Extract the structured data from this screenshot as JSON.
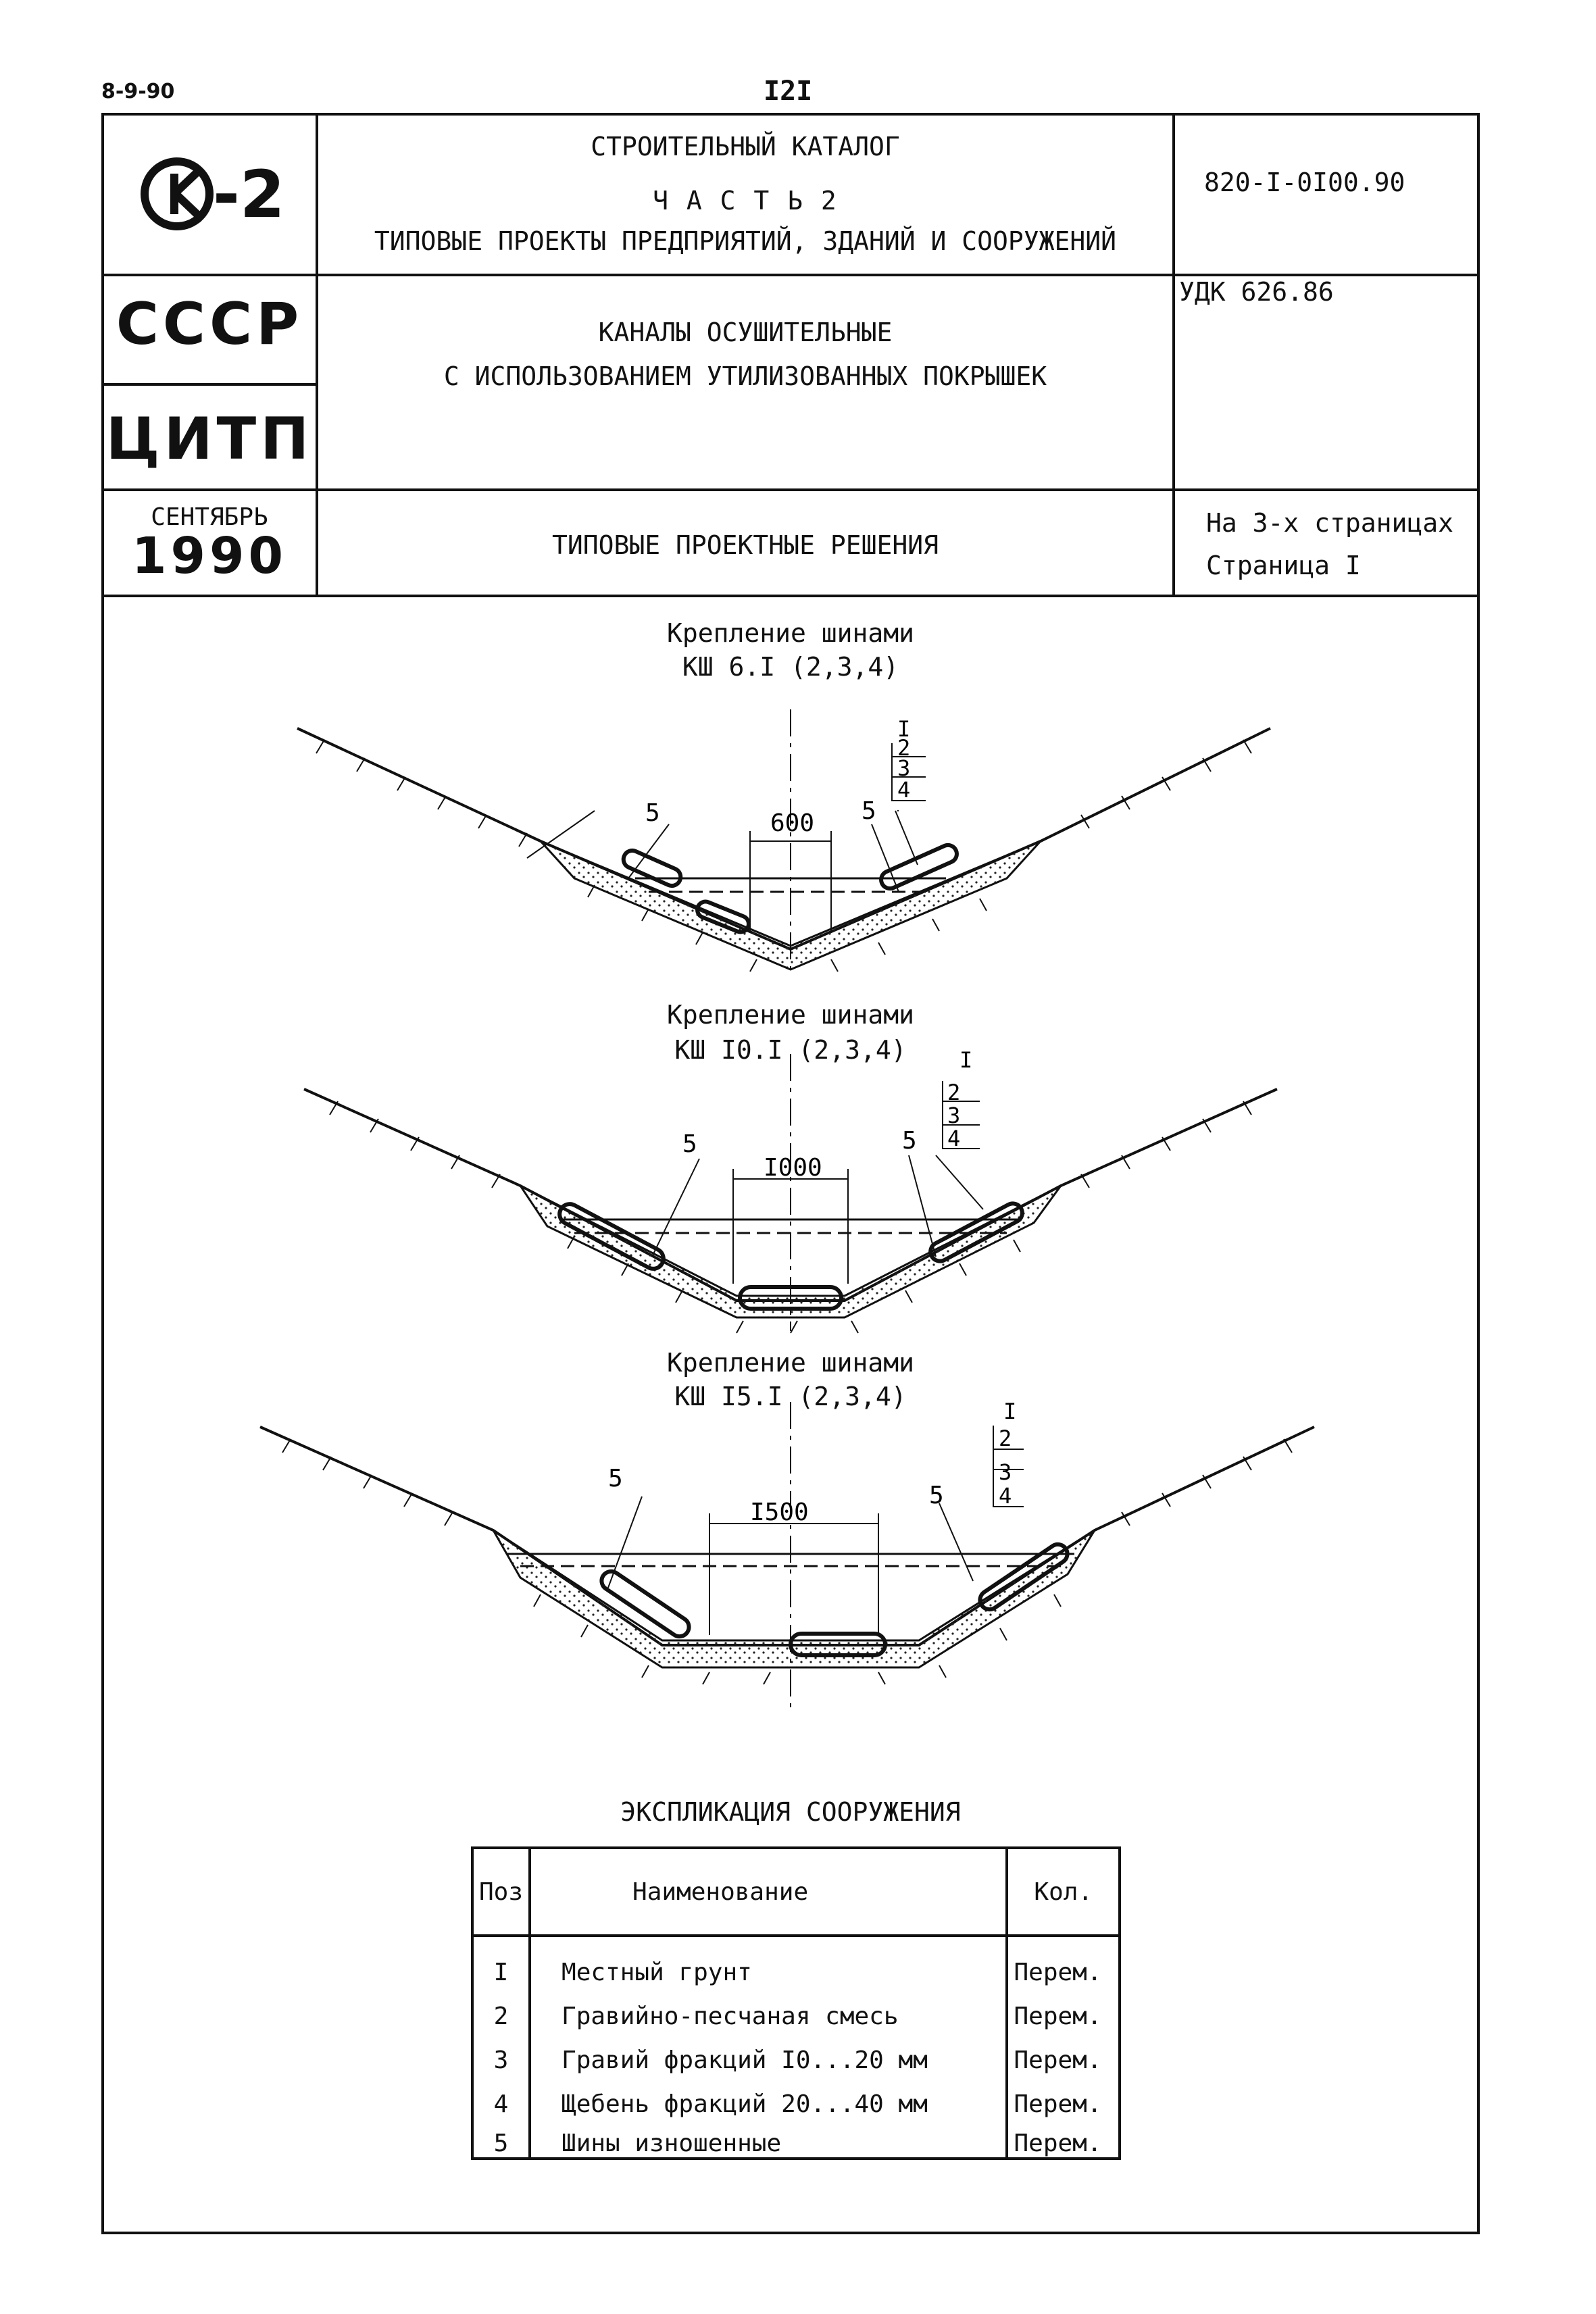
{
  "top": {
    "code": "8-9-90",
    "page_number": "I2I"
  },
  "header": {
    "logo_text": "-2",
    "catalog_line1": "СТРОИТЕЛЬНЫЙ КАТАЛОГ",
    "catalog_line2": "Ч А С Т Ь  2",
    "catalog_line3": "ТИПОВЫЕ ПРОЕКТЫ ПРЕДПРИЯТИЙ, ЗДАНИЙ И СООРУЖЕНИЙ",
    "doc_number": "820-I-0I00.90",
    "country": "СССР",
    "org": "ЦИТП",
    "title_line1": "КАНАЛЫ ОСУШИТЕЛЬНЫЕ",
    "title_line2": "С ИСПОЛЬЗОВАНИЕМ УТИЛИЗОВАННЫХ ПОКРЫШЕК",
    "udk": "УДК 626.86",
    "month": "СЕНТЯБРЬ",
    "year": "1990",
    "subtitle": "ТИПОВЫЕ ПРОЕКТНЫЕ РЕШЕНИЯ",
    "pages_total": "На 3-х страницах",
    "page_label": "Страница I"
  },
  "drawings": [
    {
      "caption1": "Крепление шинами",
      "caption2": "КШ 6.I (2,3,4)",
      "width_label": "600",
      "layer_labels": [
        "I",
        "2",
        "3",
        "4"
      ],
      "tire_label_left": "5",
      "tire_label_right": "5"
    },
    {
      "caption1": "Крепление шинами",
      "caption2": "КШ I0.I (2,3,4)",
      "width_label": "I000",
      "layer_labels": [
        "I",
        "2",
        "3",
        "4"
      ],
      "tire_label_left": "5",
      "tire_label_right": "5"
    },
    {
      "caption1": "Крепление шинами",
      "caption2": "КШ I5.I (2,3,4)",
      "width_label": "I500",
      "layer_labels": [
        "I",
        "2",
        "3",
        "4"
      ],
      "tire_label_left": "5",
      "tire_label_right": "5"
    }
  ],
  "explication": {
    "title": "ЭКСПЛИКАЦИЯ СООРУЖЕНИЯ",
    "headers": {
      "pos": "Поз",
      "name": "Наименование",
      "qty": "Кол."
    },
    "rows": [
      {
        "pos": "I",
        "name": "Местный грунт",
        "qty": "Перем."
      },
      {
        "pos": "2",
        "name": "Гравийно-песчаная смесь",
        "qty": "Перем."
      },
      {
        "pos": "3",
        "name": "Гравий фракций I0...20 мм",
        "qty": "Перем."
      },
      {
        "pos": "4",
        "name": "Щебень фракций 20...40 мм",
        "qty": "Перем."
      },
      {
        "pos": "5",
        "name": "Шины изношенные",
        "qty": "Перем."
      }
    ]
  }
}
